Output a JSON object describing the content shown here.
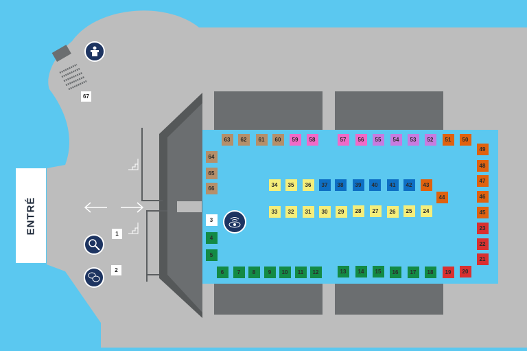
{
  "entrance_label": "ENTRÉ",
  "markers": [
    {
      "id": "1",
      "label": "1"
    },
    {
      "id": "2",
      "label": "2"
    },
    {
      "id": "67",
      "label": "67"
    }
  ],
  "icons": [
    "podium-icon",
    "search-icon",
    "chat-icon",
    "eye-signal-icon"
  ],
  "colors": {
    "water": "#5bc8f0",
    "floor": "#bdbdbd",
    "wall": "#6b6e70",
    "brown": "#b58f6a",
    "pink": "#f06ac8",
    "purple": "#c77be0",
    "orange": "#e0620f",
    "red": "#d93030",
    "green": "#138a45",
    "yellow": "#f5ee7a",
    "blue": "#0e6fc4",
    "white": "#ffffff"
  },
  "booths": {
    "brown": [
      "60",
      "61",
      "62",
      "63",
      "64",
      "65",
      "66"
    ],
    "pink": [
      "56",
      "57",
      "58",
      "59"
    ],
    "purple": [
      "52",
      "53",
      "54",
      "55"
    ],
    "orange": [
      "43",
      "44",
      "45",
      "46",
      "47",
      "48",
      "49",
      "50",
      "51"
    ],
    "red": [
      "19",
      "20",
      "21",
      "22",
      "23"
    ],
    "green": [
      "4",
      "5",
      "6",
      "7",
      "8",
      "9",
      "10",
      "11",
      "12",
      "13",
      "14",
      "15",
      "16",
      "17",
      "18"
    ],
    "yellow": [
      "24",
      "25",
      "26",
      "27",
      "28",
      "29",
      "30",
      "31",
      "32",
      "33",
      "34",
      "35",
      "36"
    ],
    "blue": [
      "37",
      "38",
      "39",
      "40",
      "41",
      "42"
    ],
    "white": [
      "3"
    ]
  }
}
